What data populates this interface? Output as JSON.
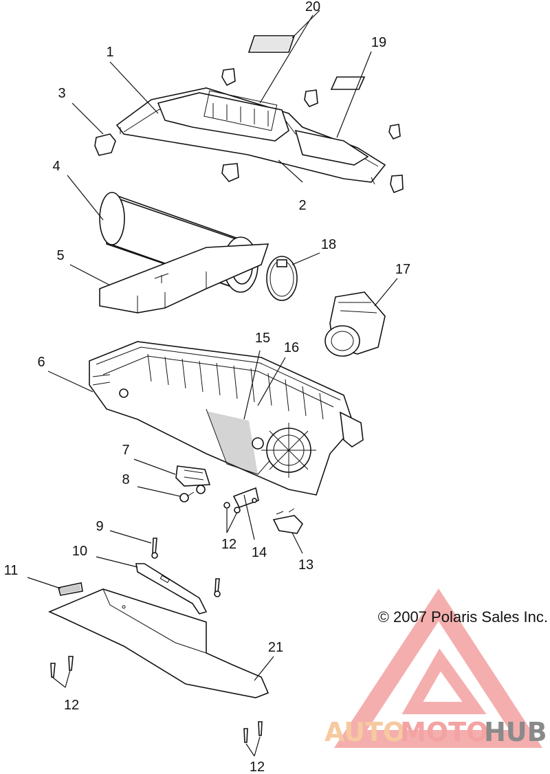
{
  "diagram": {
    "callouts": [
      {
        "id": "c1",
        "text": "1"
      },
      {
        "id": "c2",
        "text": "2"
      },
      {
        "id": "c3",
        "text": "3"
      },
      {
        "id": "c4",
        "text": "4"
      },
      {
        "id": "c5",
        "text": "5"
      },
      {
        "id": "c6",
        "text": "6"
      },
      {
        "id": "c7",
        "text": "7"
      },
      {
        "id": "c8",
        "text": "8"
      },
      {
        "id": "c9",
        "text": "9"
      },
      {
        "id": "c10",
        "text": "10"
      },
      {
        "id": "c11",
        "text": "11"
      },
      {
        "id": "c12a",
        "text": "12"
      },
      {
        "id": "c12b",
        "text": "12"
      },
      {
        "id": "c12c",
        "text": "12"
      },
      {
        "id": "c13",
        "text": "13"
      },
      {
        "id": "c14",
        "text": "14"
      },
      {
        "id": "c15",
        "text": "15"
      },
      {
        "id": "c16",
        "text": "16"
      },
      {
        "id": "c17",
        "text": "17"
      },
      {
        "id": "c18",
        "text": "18"
      },
      {
        "id": "c19",
        "text": "19"
      },
      {
        "id": "c20",
        "text": "20"
      },
      {
        "id": "c21",
        "text": "21"
      }
    ],
    "copyright": "© 2007 Polaris Sales Inc."
  },
  "watermark": {
    "part1": "AUTO",
    "part2": "MOTO",
    "part3": "HUB",
    "colors": {
      "auto": "#f6c9a0",
      "moto": "#f4a3a3",
      "hub": "#8a8a8a",
      "triangle": "#f29a9a"
    }
  }
}
